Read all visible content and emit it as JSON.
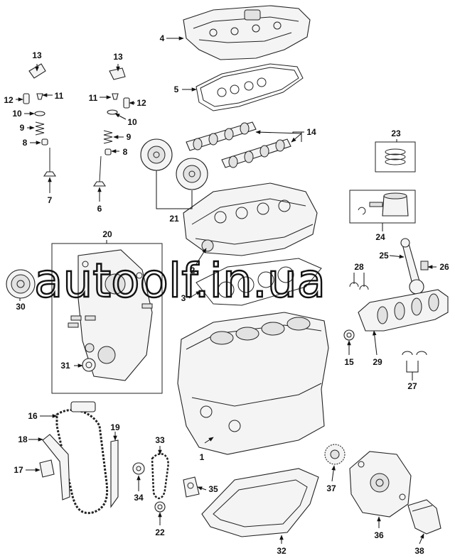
{
  "diagram": {
    "callouts": [
      "1",
      "2",
      "3",
      "4",
      "5",
      "6",
      "7",
      "8",
      "8",
      "9",
      "9",
      "10",
      "10",
      "11",
      "11",
      "12",
      "12",
      "13",
      "13",
      "14",
      "15",
      "16",
      "17",
      "18",
      "19",
      "20",
      "21",
      "22",
      "23",
      "24",
      "25",
      "26",
      "27",
      "28",
      "29",
      "30",
      "31",
      "32",
      "33",
      "34",
      "35",
      "36",
      "37",
      "38"
    ],
    "watermark": "autoolf.in.ua"
  }
}
